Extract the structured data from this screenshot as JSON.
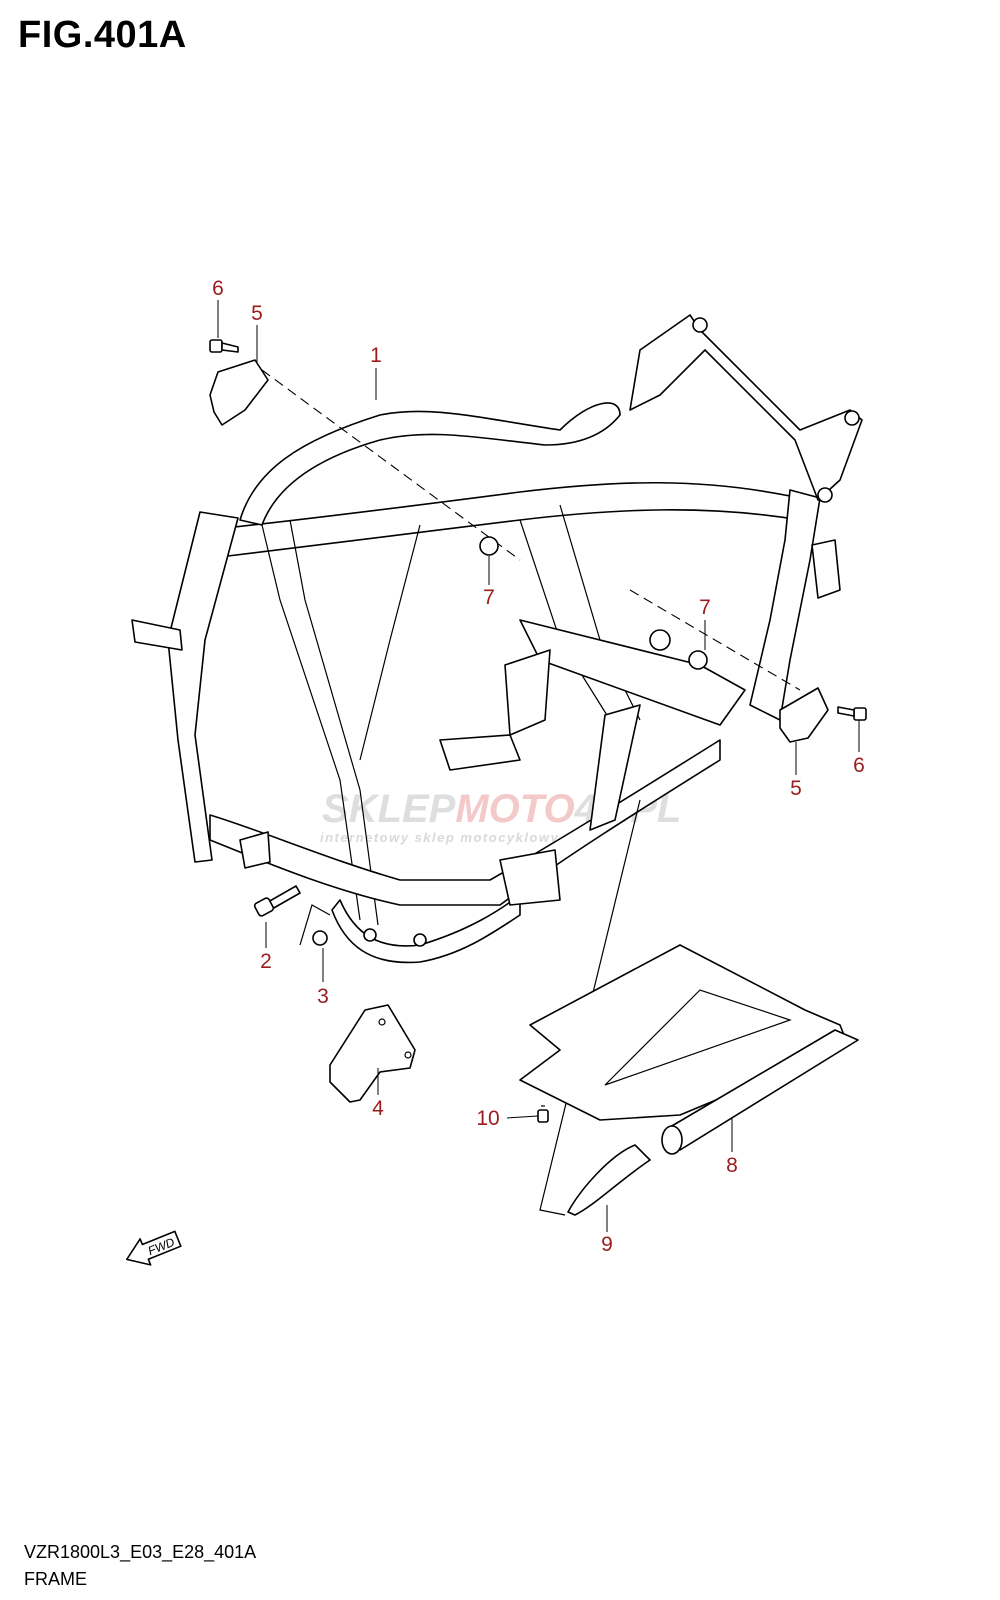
{
  "figure": {
    "title": "FIG.401A",
    "code": "VZR1800L3_E03_E28_401A",
    "name": "FRAME"
  },
  "watermark": {
    "main_prefix": "SKLEP",
    "main_accent": "MOTO",
    "main_suffix": "40.PL",
    "tagline": "internetowy sklep motocyklowy"
  },
  "forward_marker": {
    "label": "FWD",
    "icon": "fwd-arrow-icon"
  },
  "callouts": [
    {
      "id": "c1a",
      "number": "1"
    },
    {
      "id": "c2",
      "number": "2"
    },
    {
      "id": "c3",
      "number": "3"
    },
    {
      "id": "c4",
      "number": "4"
    },
    {
      "id": "c5a",
      "number": "5"
    },
    {
      "id": "c5b",
      "number": "5"
    },
    {
      "id": "c6a",
      "number": "6"
    },
    {
      "id": "c6b",
      "number": "6"
    },
    {
      "id": "c7a",
      "number": "7"
    },
    {
      "id": "c7b",
      "number": "7"
    },
    {
      "id": "c8",
      "number": "8"
    },
    {
      "id": "c9",
      "number": "9"
    },
    {
      "id": "c10",
      "number": "10"
    }
  ],
  "colors": {
    "callout": "#9b1c1c",
    "line": "#000000",
    "watermark_gray": "#dedede",
    "watermark_red": "#f4c9c9"
  }
}
